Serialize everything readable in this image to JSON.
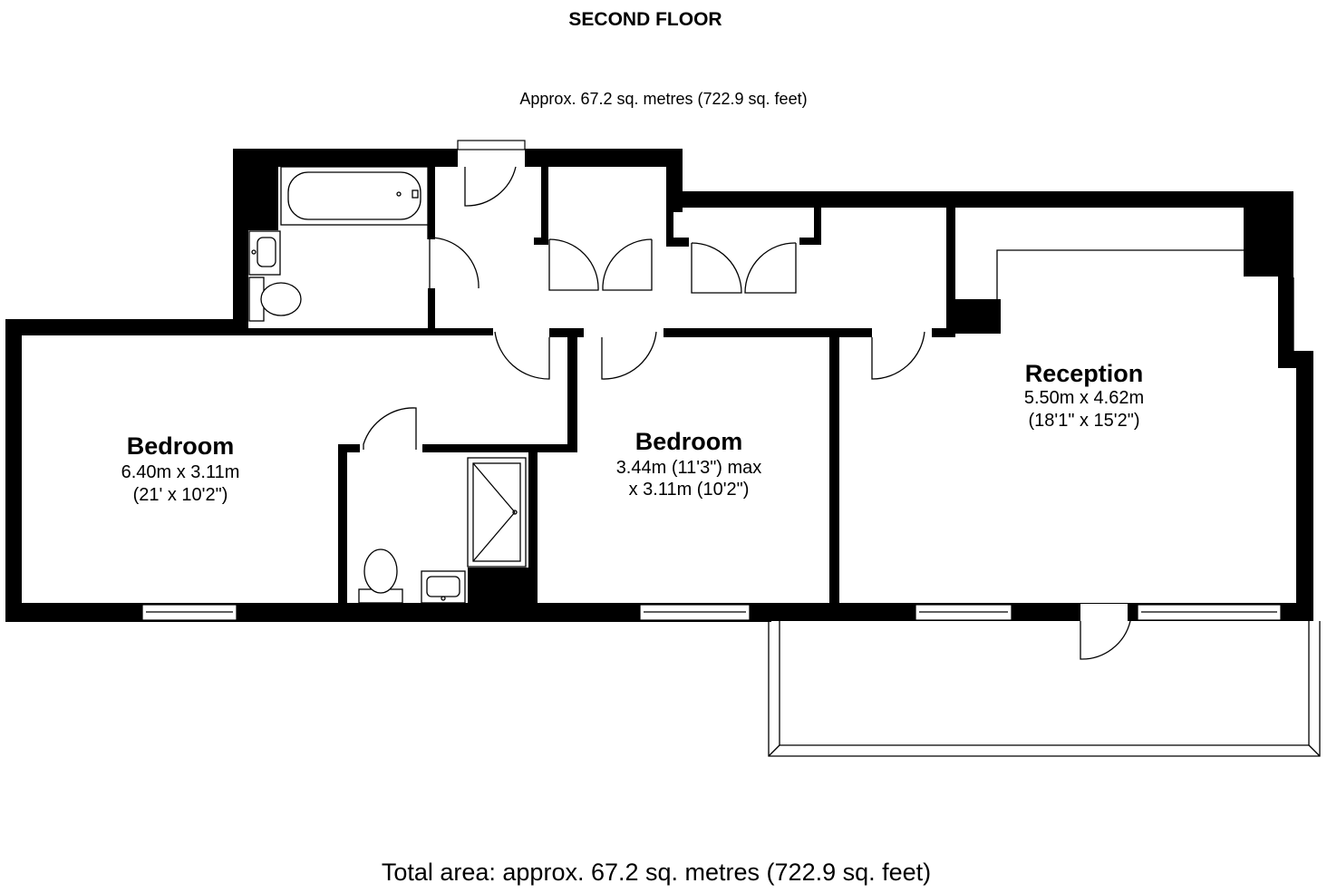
{
  "floor": {
    "title": "SECOND FLOOR",
    "area": "Approx. 67.2 sq. metres (722.9 sq. feet)"
  },
  "rooms": {
    "bedroom1": {
      "name": "Bedroom",
      "dims_metric": "6.40m x 3.11m",
      "dims_imperial": "(21' x 10'2\")"
    },
    "bedroom2": {
      "name": "Bedroom",
      "dims_line1": "3.44m (11'3\") max",
      "dims_line2": "x 3.11m (10'2\")"
    },
    "reception": {
      "name": "Reception",
      "dims_metric": "5.50m x 4.62m",
      "dims_imperial": "(18'1\" x 15'2\")"
    }
  },
  "total": {
    "area": "Total area: approx. 67.2 sq. metres (722.9 sq. feet)"
  },
  "colors": {
    "wall": "#000000",
    "background": "#ffffff"
  }
}
